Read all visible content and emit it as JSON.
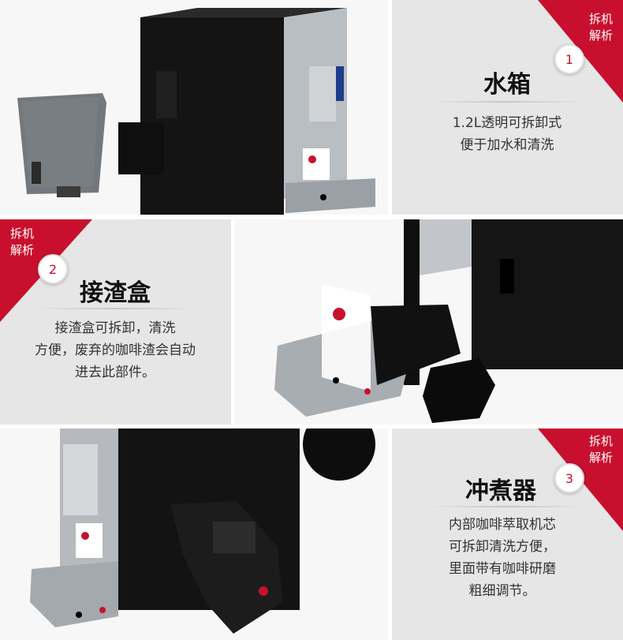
{
  "theme": {
    "accent": "#c8102e",
    "panel_bg": "#e6e6e6",
    "machine_black": "#111111",
    "machine_silver": "#bfc3c7"
  },
  "sections": [
    {
      "tag": [
        "拆机",
        "解析"
      ],
      "number": "1",
      "title": "水箱",
      "desc": [
        "1.2L透明可拆卸式",
        "便于加水和清洗"
      ],
      "photo": "coffee-machine-with-water-tank"
    },
    {
      "tag": [
        "拆机",
        "解析"
      ],
      "number": "2",
      "title": "接渣盒",
      "desc": [
        "接渣盒可拆卸，清洗",
        "方便，废弃的咖啡渣会自动",
        "进去此部件。"
      ],
      "photo": "drip-tray-and-grounds-container"
    },
    {
      "tag": [
        "拆机",
        "解析"
      ],
      "number": "3",
      "title": "冲煮器",
      "desc": [
        "内部咖啡萃取机芯",
        "可拆卸清洗方便，",
        "里面带有咖啡研磨",
        "粗细调节。"
      ],
      "photo": "brewing-unit-removed"
    }
  ]
}
